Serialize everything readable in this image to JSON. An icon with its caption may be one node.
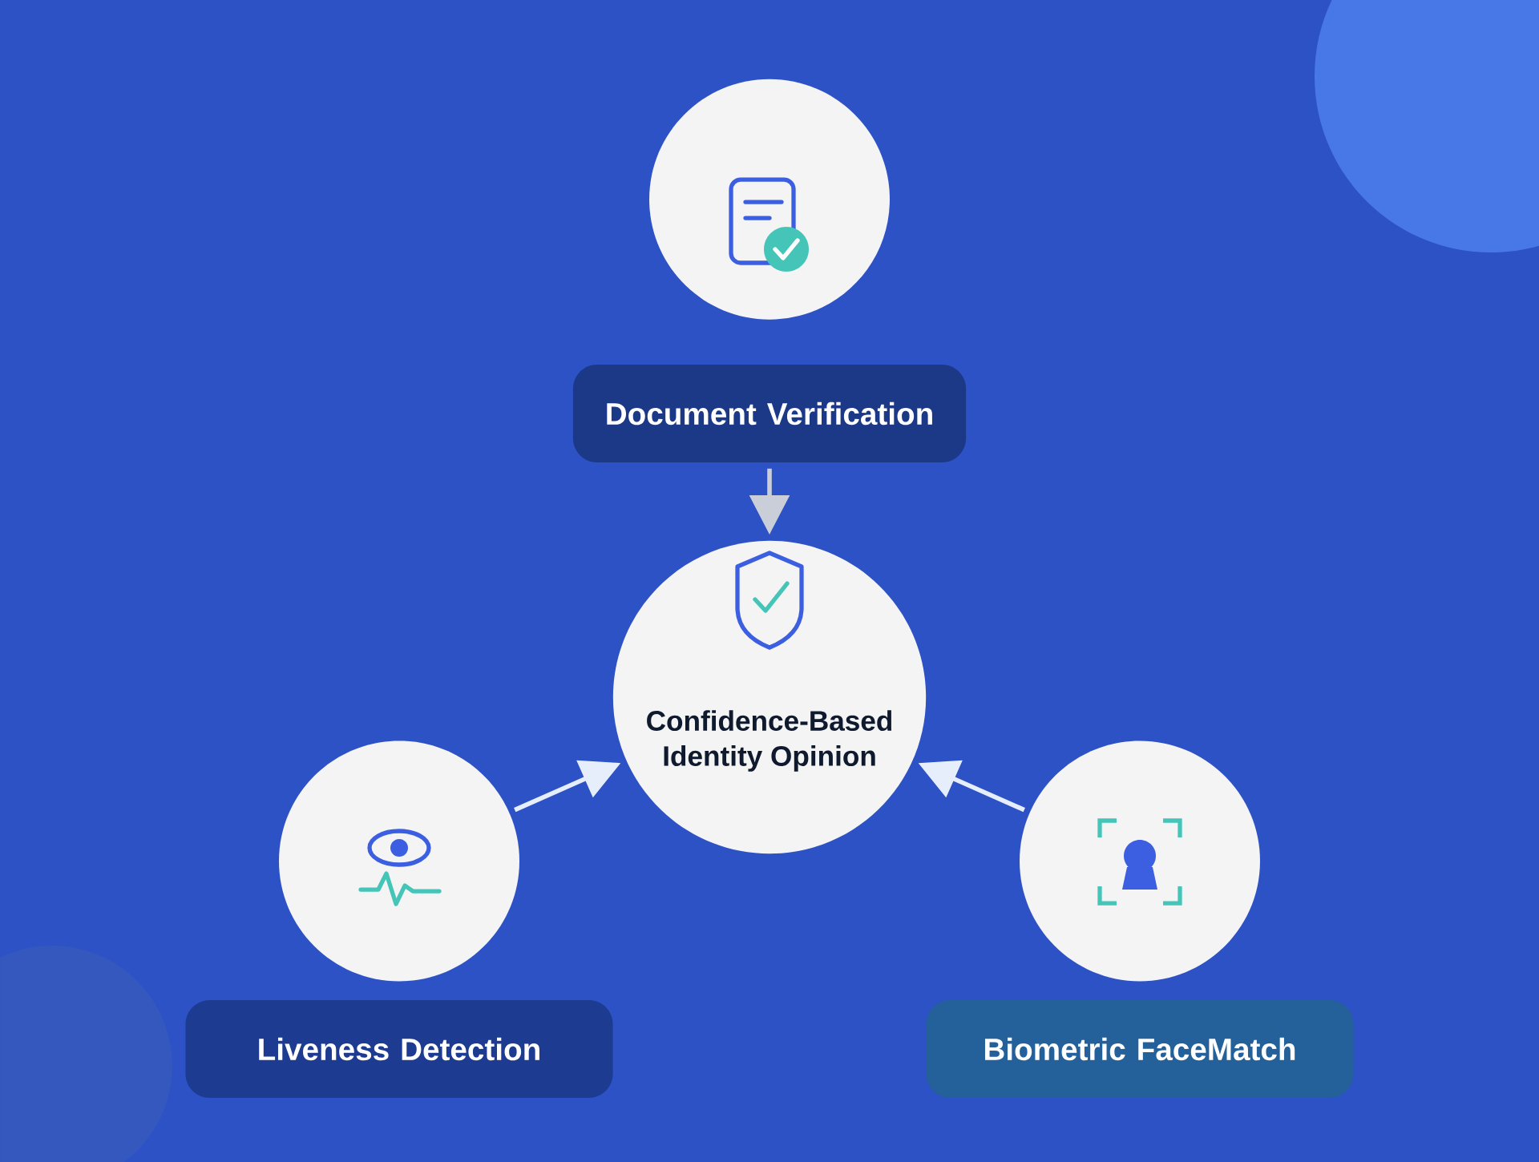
{
  "diagram": {
    "nodes": [
      {
        "text": [
          "Document Verification"
        ]
      },
      {
        "text": [
          "Confidence-Based Identity Opinion"
        ]
      },
      {
        "text": [
          "Liveness Detection"
        ]
      },
      {
        "text": [
          "Biometric FaceMatch"
        ]
      }
    ],
    "edges": [
      {
        "from": 0,
        "to": 1,
        "arrow": "to",
        "color": "#c9ced8"
      },
      {
        "from": 2,
        "to": 1,
        "arrow": "to"
      },
      {
        "from": 3,
        "to": 1,
        "arrow": "to"
      }
    ]
  }
}
